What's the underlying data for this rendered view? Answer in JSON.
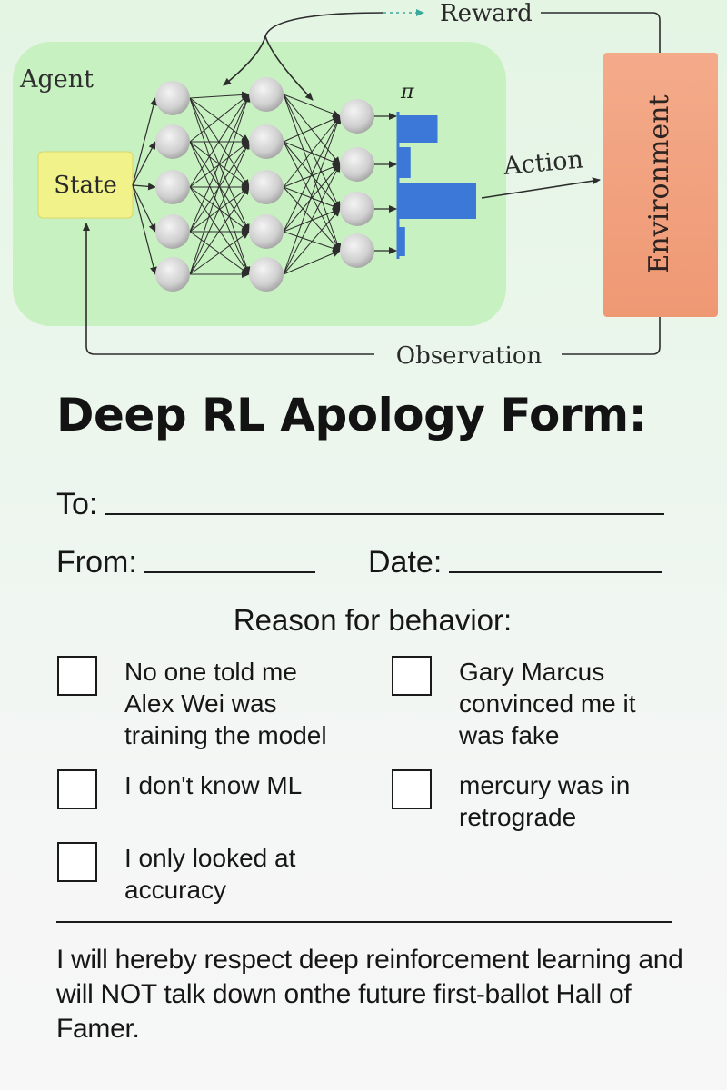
{
  "diagram": {
    "agent_label": "Agent",
    "state_label": "State",
    "policy_symbol": "π",
    "action_label": "Action",
    "environment_label": "Environment",
    "reward_label": "Reward",
    "observation_label": "Observation",
    "layers": [
      5,
      5,
      4
    ],
    "policy_probabilities": [
      0.5,
      0.15,
      1.0,
      0.08
    ],
    "colors": {
      "agent_box": "#c8f1c1",
      "state_box": "#f2f28a",
      "environment_box": "#f2a27f",
      "node": "#cfcfcf",
      "bar": "#3b78d8"
    }
  },
  "form": {
    "title": "Deep RL Apology Form:",
    "to_label": "To:",
    "from_label": "From:",
    "date_label": "Date:",
    "reason_heading": "Reason for behavior:",
    "options": [
      "No one told me\nAlex Wei was\ntraining the model",
      "Gary Marcus\nconvinced me it\nwas fake",
      "I don't know ML",
      "mercury was in\nretrograde",
      "I only looked at\naccuracy"
    ],
    "pledge": "I will hereby respect deep reinforcement learning and will NOT talk down onthe future first-ballot Hall of Famer."
  }
}
